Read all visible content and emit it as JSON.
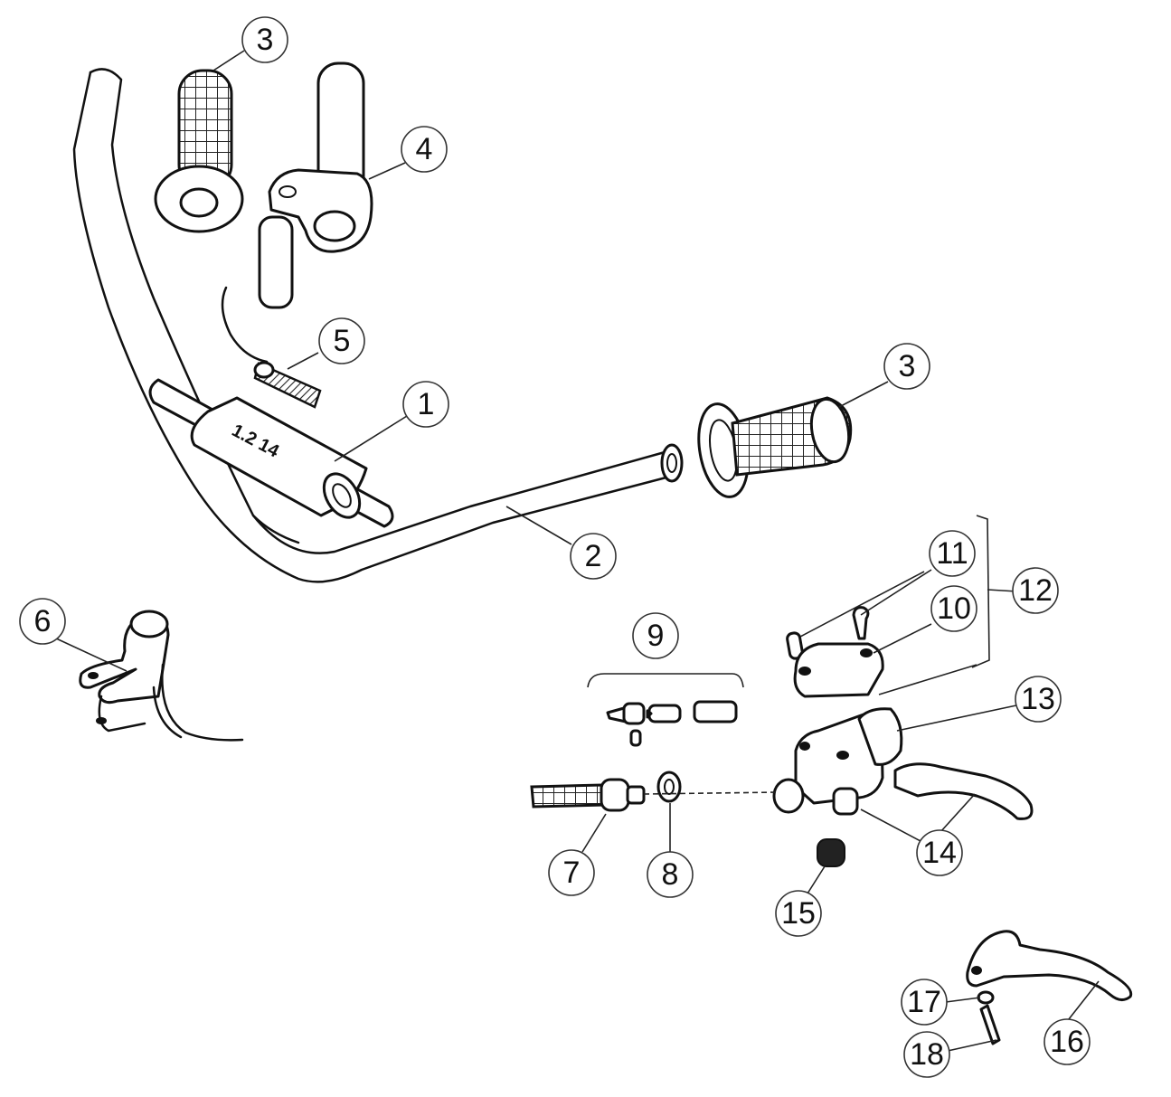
{
  "diagram": {
    "stamp_text": "1.2 14",
    "callouts": [
      {
        "id": "c3a",
        "label": "3"
      },
      {
        "id": "c4",
        "label": "4"
      },
      {
        "id": "c5",
        "label": "5"
      },
      {
        "id": "c1",
        "label": "1"
      },
      {
        "id": "c3b",
        "label": "3"
      },
      {
        "id": "c2",
        "label": "2"
      },
      {
        "id": "c6",
        "label": "6"
      },
      {
        "id": "c9",
        "label": "9"
      },
      {
        "id": "c11",
        "label": "11"
      },
      {
        "id": "c10",
        "label": "10"
      },
      {
        "id": "c12",
        "label": "12"
      },
      {
        "id": "c13",
        "label": "13"
      },
      {
        "id": "c7",
        "label": "7"
      },
      {
        "id": "c8",
        "label": "8"
      },
      {
        "id": "c14",
        "label": "14"
      },
      {
        "id": "c15",
        "label": "15"
      },
      {
        "id": "c17",
        "label": "17"
      },
      {
        "id": "c16",
        "label": "16"
      },
      {
        "id": "c18",
        "label": "18"
      }
    ]
  }
}
